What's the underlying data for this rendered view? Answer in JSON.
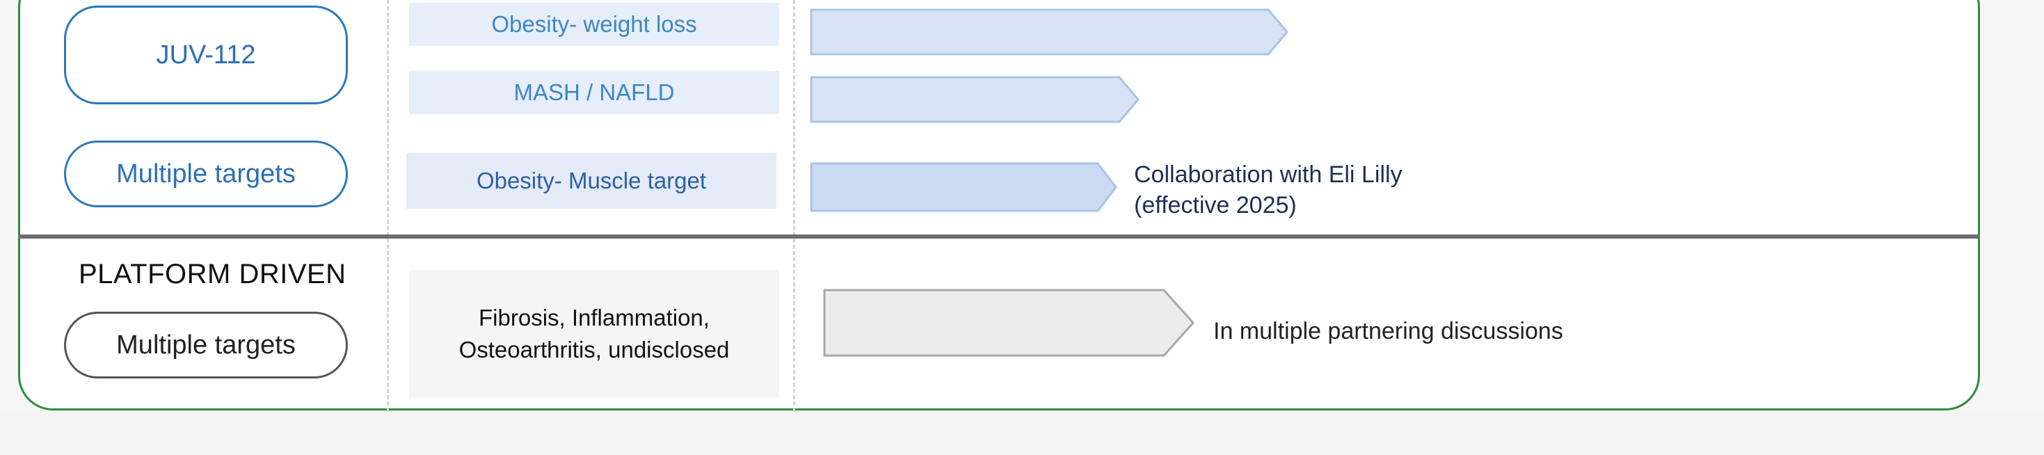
{
  "rows": [
    {
      "program": "JUV-112",
      "indication": "Obesity- weight loss"
    },
    {
      "indication": "MASH / NAFLD"
    },
    {
      "program": "Multiple targets",
      "indication": "Obesity- Muscle target",
      "note": "Collaboration with Eli Lilly\n(effective 2025)"
    }
  ],
  "platform": {
    "heading": "PLATFORM DRIVEN",
    "program": "Multiple targets",
    "indication": "Fibrosis, Inflammation,\nOsteoarthritis, undisclosed",
    "note": "In multiple partnering discussions"
  },
  "colors": {
    "frame": "#2f8a3e",
    "blue_arrow_fill": "#d7e3f4",
    "blue_arrow_stroke": "#a9c3e6",
    "grey_arrow_fill": "#ececec",
    "grey_arrow_stroke": "#a8a8a8"
  }
}
